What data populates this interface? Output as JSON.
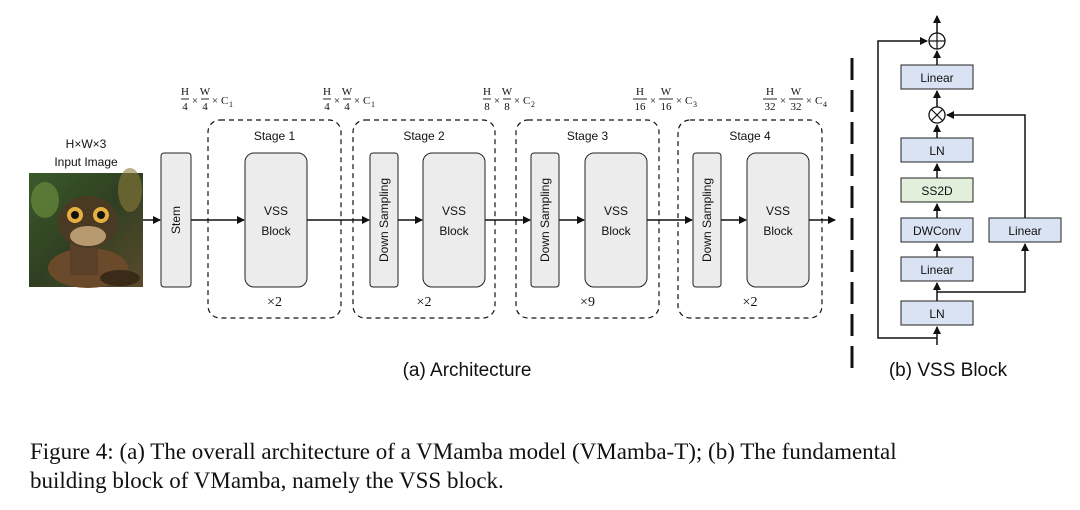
{
  "input": {
    "dims": "H×W×3",
    "label": "Input Image"
  },
  "stem": {
    "label": "Stem"
  },
  "stages": [
    {
      "title": "Stage 1",
      "has_down": false,
      "down_label": "",
      "block_line1": "VSS",
      "block_line2": "Block",
      "repeat": "×2",
      "dim": {
        "h_num": "H",
        "h_den": "4",
        "w_num": "W",
        "w_den": "4",
        "c": "C",
        "c_sub": "1"
      }
    },
    {
      "title": "Stage 2",
      "has_down": true,
      "down_label": "Down Sampling",
      "block_line1": "VSS",
      "block_line2": "Block",
      "repeat": "×2",
      "dim": {
        "h_num": "H",
        "h_den": "8",
        "w_num": "W",
        "w_den": "8",
        "c": "C",
        "c_sub": "2"
      }
    },
    {
      "title": "Stage 3",
      "has_down": true,
      "down_label": "Down Sampling",
      "block_line1": "VSS",
      "block_line2": "Block",
      "repeat": "×9",
      "dim": {
        "h_num": "H",
        "h_den": "16",
        "w_num": "W",
        "w_den": "16",
        "c": "C",
        "c_sub": "3"
      }
    },
    {
      "title": "Stage 4",
      "has_down": true,
      "down_label": "Down Sampling",
      "block_line1": "VSS",
      "block_line2": "Block",
      "repeat": "×2",
      "dim": {
        "h_num": "H",
        "h_den": "32",
        "w_num": "W",
        "w_den": "32",
        "c": "C",
        "c_sub": "4"
      }
    }
  ],
  "stem_dim": {
    "h_num": "H",
    "h_den": "4",
    "w_num": "W",
    "w_den": "4",
    "c": "C",
    "c_sub": "1"
  },
  "architecture_label": "(a) Architecture",
  "vss_block": {
    "label": "(b) VSS Block",
    "linear_top": "Linear",
    "ln_mid": "LN",
    "ss2d": "SS2D",
    "dwconv": "DWConv",
    "linear_low": "Linear",
    "ln_bottom": "LN",
    "linear_side": "Linear",
    "add_symbol": "⊕",
    "mul_symbol": "⊗"
  },
  "caption": {
    "line1": "Figure 4: (a) The overall architecture of a VMamba model (VMamba-T); (b) The fundamental",
    "line2": "building block of VMamba, namely the VSS block."
  },
  "colors": {
    "module_fill": "#ececec",
    "ln_fill": "#dae3f3",
    "ss2d_fill": "#e2efda",
    "border": "#222222"
  }
}
